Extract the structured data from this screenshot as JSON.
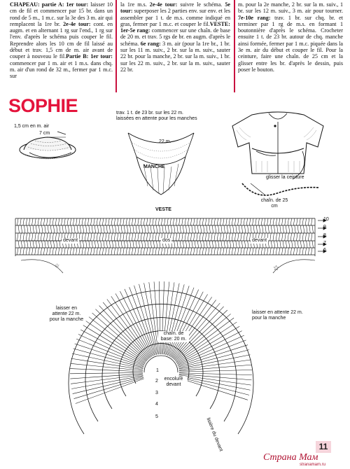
{
  "columns": {
    "c1": [
      {
        "b": "CHAPEAU: partie A: 1er tour:",
        "t": " laisser 10 cm de fil et commencer par 15 br. dans un rond de 5 m., 1 m.c. sur la 3e des 3 m. air qui remplacent la 1re br. "
      },
      {
        "b": "2e-4e tour:",
        "t": " cont. en augm. et en alternant 1 rg sur l'end., 1 rg sur l'env. d'après le schéma puis couper le fil. Reprendre alors les 10 cm de fil laissé au début et trav. 1,5 cm de m. air avant de couper à nouveau le fil."
      },
      {
        "b": "Partie B: 1er tour:",
        "t": " commencer par 1 m. air et 1 m.s. dans chq. m. air d'un rond de 32 m., fermer par 1 m.c. sur"
      }
    ],
    "c2": [
      {
        "b": "",
        "t": "la 1re m.s. "
      },
      {
        "b": "2e-4e tour:",
        "t": " suivre le schéma. "
      },
      {
        "b": "5e tour:",
        "t": " superposer les 2 parties env. sur env. et les assembler par 1 t. de m.s. comme indiqué en gras, fermer par 1 m.c. et couper le fil."
      },
      {
        "b": "VESTE: 1er-5e rang:",
        "t": " commencer sur une chaîn. de base de 20 m. et trav. 5 rgs de br. en augm. d'après le schéma. "
      },
      {
        "b": "6e rang:",
        "t": " 3 m. air (pour la 1re br., 1 br. sur les 11 m. suiv., 2 br. sur la m. suiv., sauter 22 br. pour la manche, 2 br. sur la m. suiv., 1 br. sur les 22 m. suiv., 2 br. sur la m. suiv., sauter 22 br."
      }
    ],
    "c3": [
      {
        "b": "",
        "t": "m. pour la 2e manche, 2 br. sur la m. suiv., 1 br. sur les 12 m. suiv., 3 m. air pour tourner. "
      },
      {
        "b": "7e-10e rang:",
        "t": " trav. 1 br. sur chq. br. et terminer par 1 rg de m.s. en formant 1 boutonnière d'après le schéma. Crocheter ensuite 1 t. de 23 br. autour de chq. manche ainsi formée, fermer par 1 m.c. piquée dans la 3e m. air du début et couper le fil. Pour la ceinture, faire une chaîn. de 25 cm et la glisser entre les br. d'après le dessin, puis poser le bouton."
      }
    ]
  },
  "title": "SOPHIE",
  "hat": {
    "l1": "1,5 cm en m. air",
    "l2": "7 cm"
  },
  "sleeve": {
    "note": "trav. 1 t. de 23 br. sur les 22 m. laissées en attente pour les manches",
    "count": "22 m.",
    "label": "MANCHE"
  },
  "belt": {
    "glisser": "glisser la ceinture",
    "chain": "chaîn. de 25 cm"
  },
  "chart": {
    "title": "VESTE",
    "rows": [
      "10",
      "9",
      "8",
      "7",
      "6"
    ],
    "parts": {
      "devant_left": "devant",
      "dos": "dos",
      "devant_right": "devant"
    },
    "left_note": "laisser en attente 22 m. pour la manche",
    "right_note": "laisser en attente 22 m. pour la manche",
    "base": "chaîn. de base: 20 m.",
    "encolure": "encolure devant",
    "lisiere": "lisière du devant",
    "inner_rows": [
      "1",
      "2",
      "3",
      "4",
      "5"
    ]
  },
  "page_number": "11",
  "watermark": {
    "name": "Страна Мам",
    "domain": "stranamam.ru"
  }
}
